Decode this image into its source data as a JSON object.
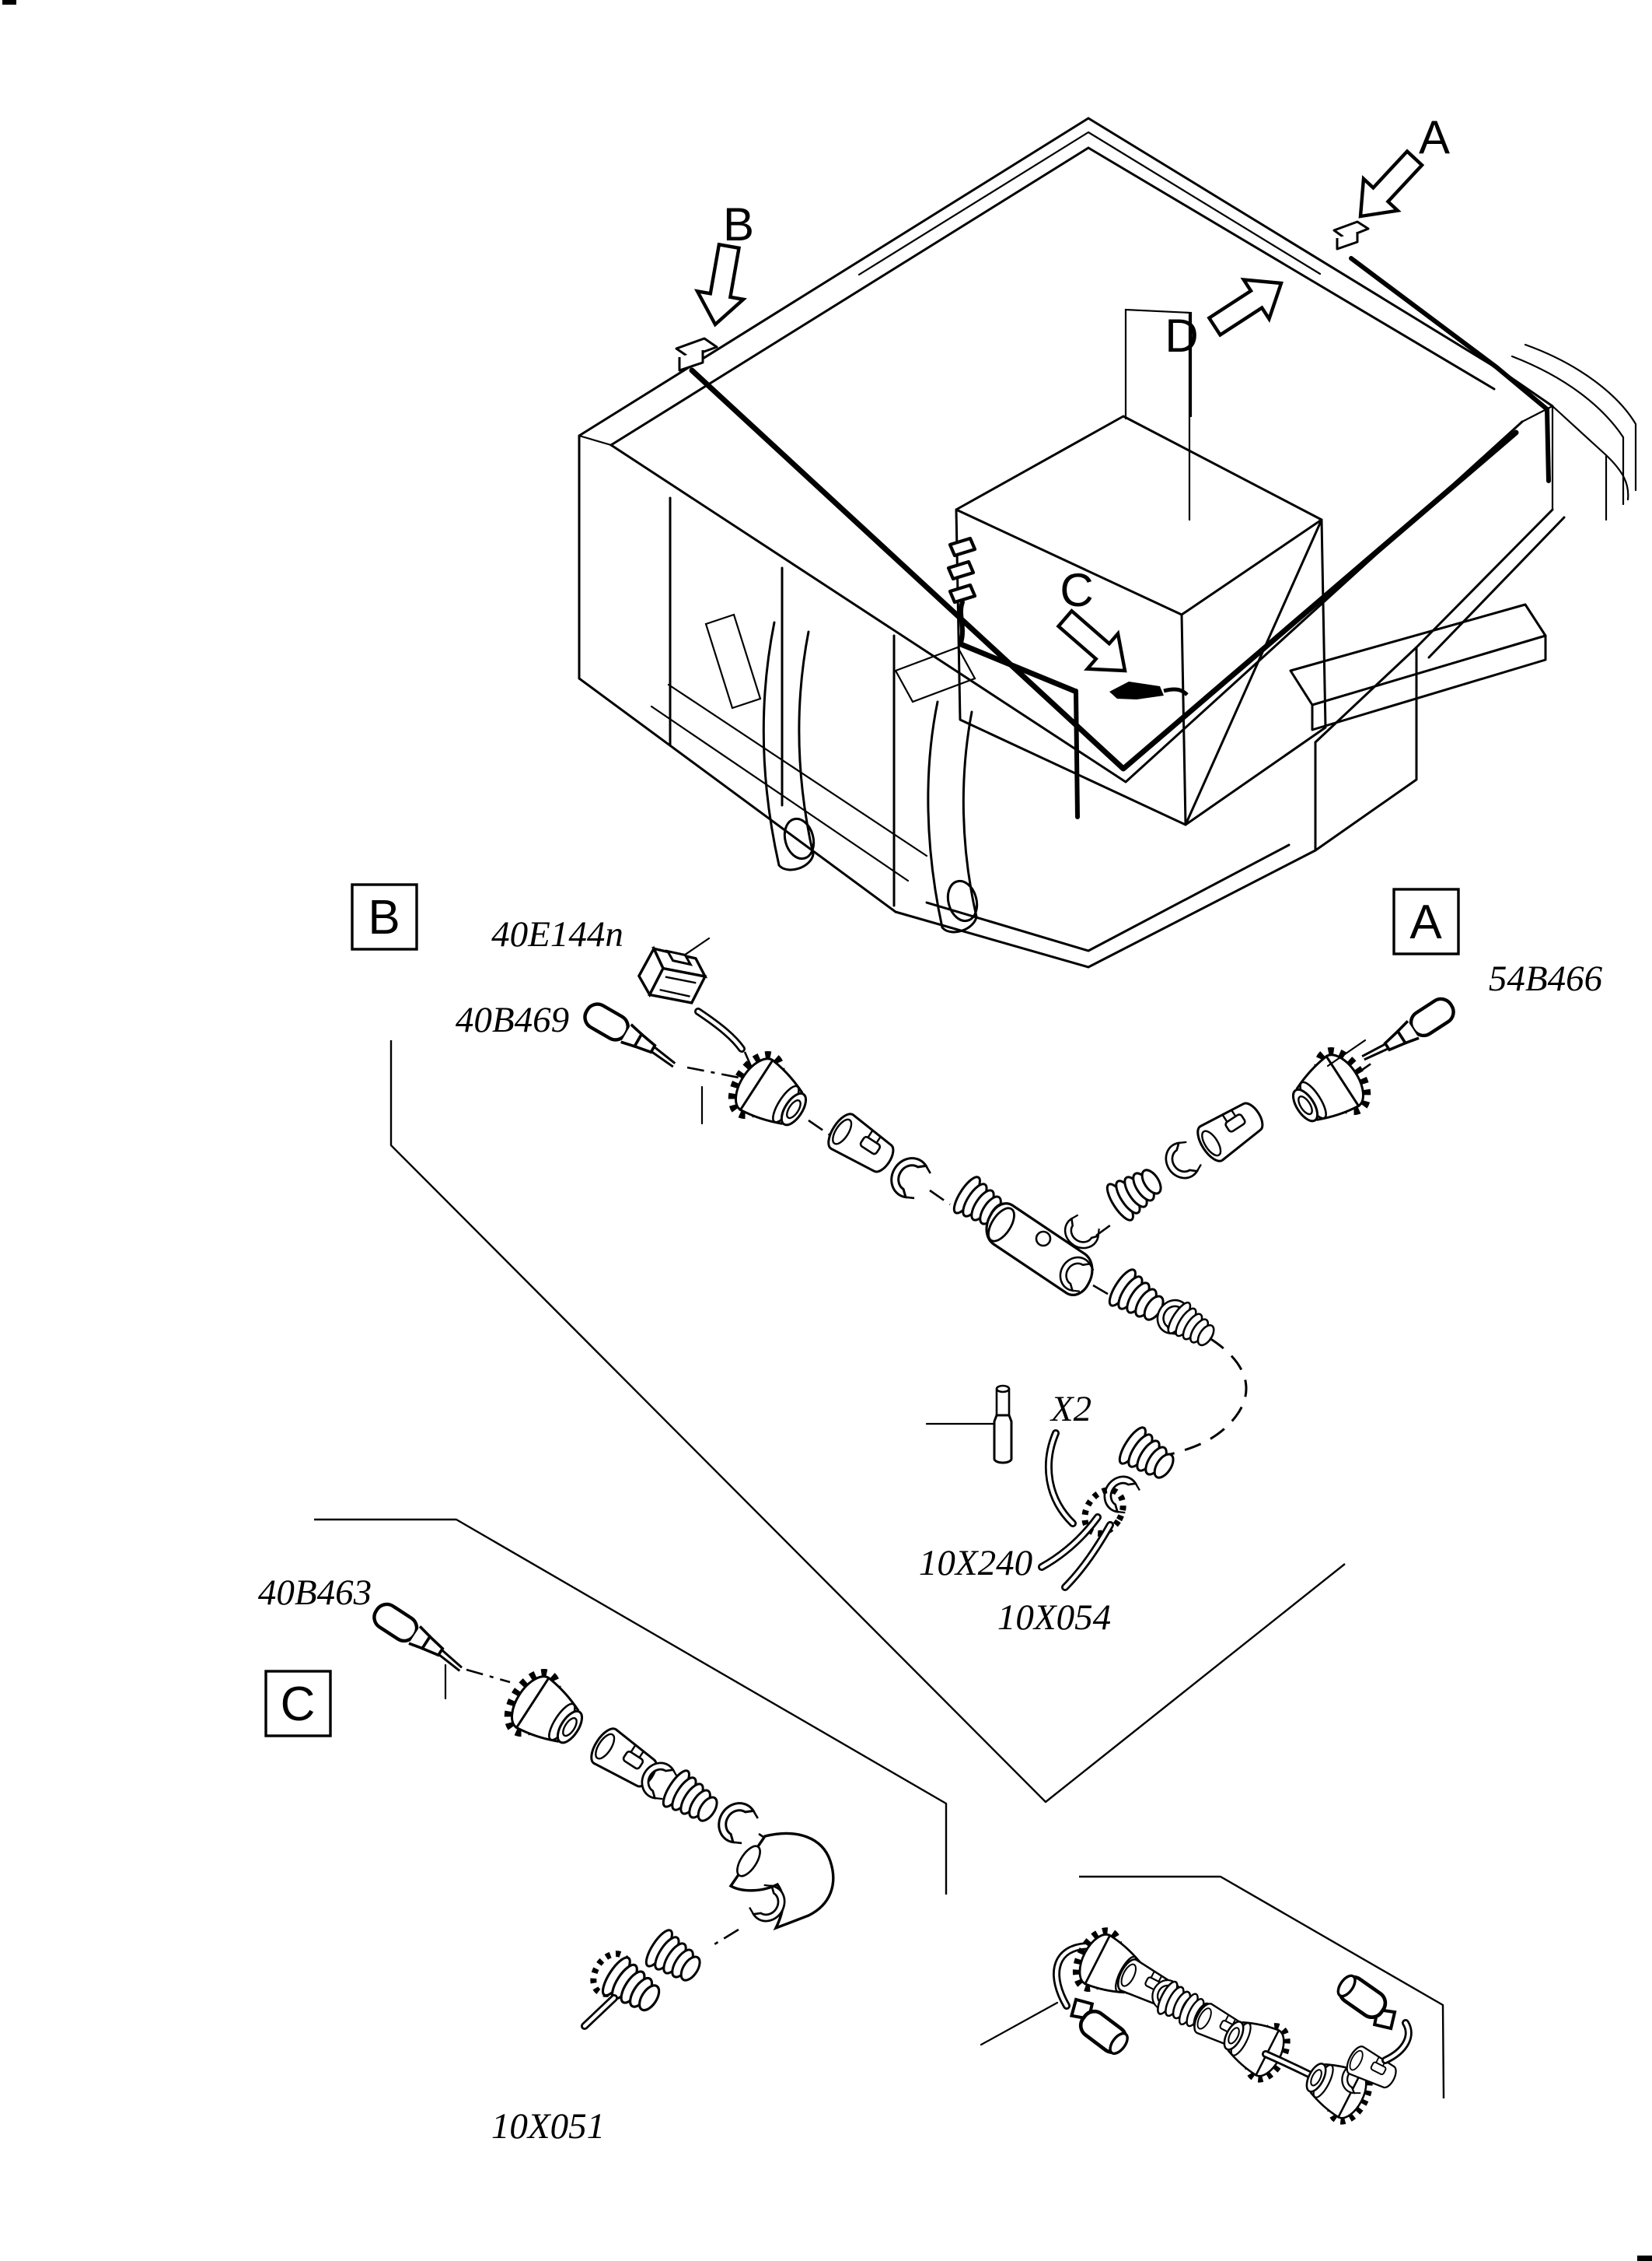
{
  "page": {
    "background": "#ffffff",
    "ink_color": "#000000"
  },
  "machine_callouts": {
    "a": "A",
    "b": "B",
    "c": "C",
    "d": "D"
  },
  "section_boxes": {
    "b": "B",
    "a": "A",
    "c": "C"
  },
  "part_labels": {
    "p40e144n": "40E144n",
    "p40b469": "40B469",
    "p54b466": "54B466",
    "x2": "X2",
    "p10x240": "10X240",
    "p10x054": "10X054",
    "p40b463": "40B463",
    "p10x051": "10X051"
  }
}
